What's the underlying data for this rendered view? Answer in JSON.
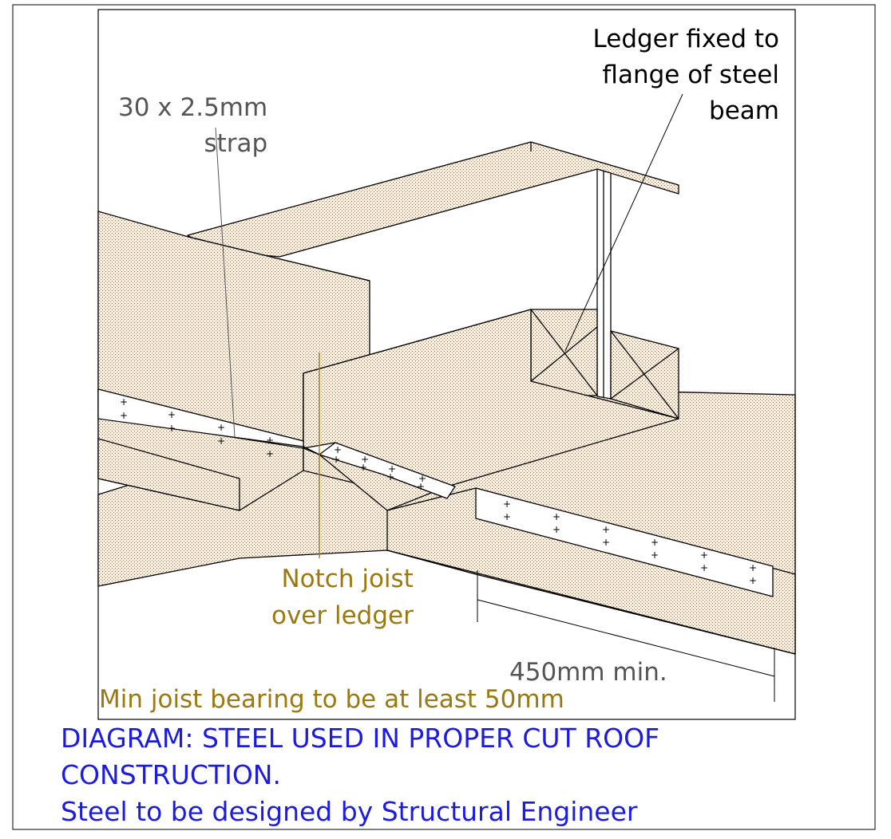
{
  "labels": {
    "ledger": "Ledger fixed to\nflange of steel\nbeam",
    "strap": "30 x 2.5mm\nstrap",
    "notch": "Notch joist\nover ledger",
    "min_distance": "450mm min.",
    "bearing": "Min joist bearing to be at least 50mm"
  },
  "caption": {
    "line1": "DIAGRAM: STEEL USED IN PROPER CUT ROOF",
    "line2": "CONSTRUCTION.",
    "line3": "Steel to be designed by Structural Engineer"
  },
  "colors": {
    "caption": "#1c1ce0",
    "notes": "#9a7a10",
    "dim_text": "#555555",
    "timber_fill": "#f4ecde",
    "lines": "#000000"
  }
}
